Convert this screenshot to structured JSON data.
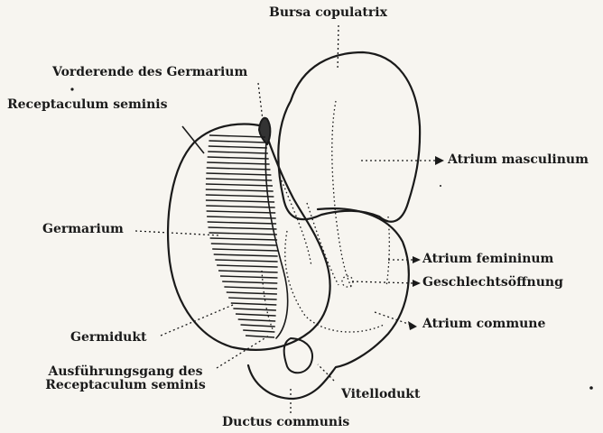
{
  "labels": {
    "bursa_copulatrix": "Bursa copulatrix",
    "vorderende": "Vorderende des Germarium",
    "receptaculum_seminis": "Receptaculum seminis",
    "atrium_masculinum": "Atrium masculinum",
    "germarium": "Germarium",
    "atrium_femininum": "Atrium femininum",
    "geschlechtsoeffnung": "Geschlechtsöffnung",
    "atrium_commune": "Atrium commune",
    "germidukt": "Germidukt",
    "ausfuehrungsgang_line1": "Ausführungsgang des",
    "ausfuehrungsgang_line2": "Receptaculum seminis",
    "vitellodukt": "Vitellodukt",
    "ductus_communis": "Ductus communis"
  },
  "style": {
    "ink": "#1a1a1a",
    "paper": "#f7f5f0"
  }
}
